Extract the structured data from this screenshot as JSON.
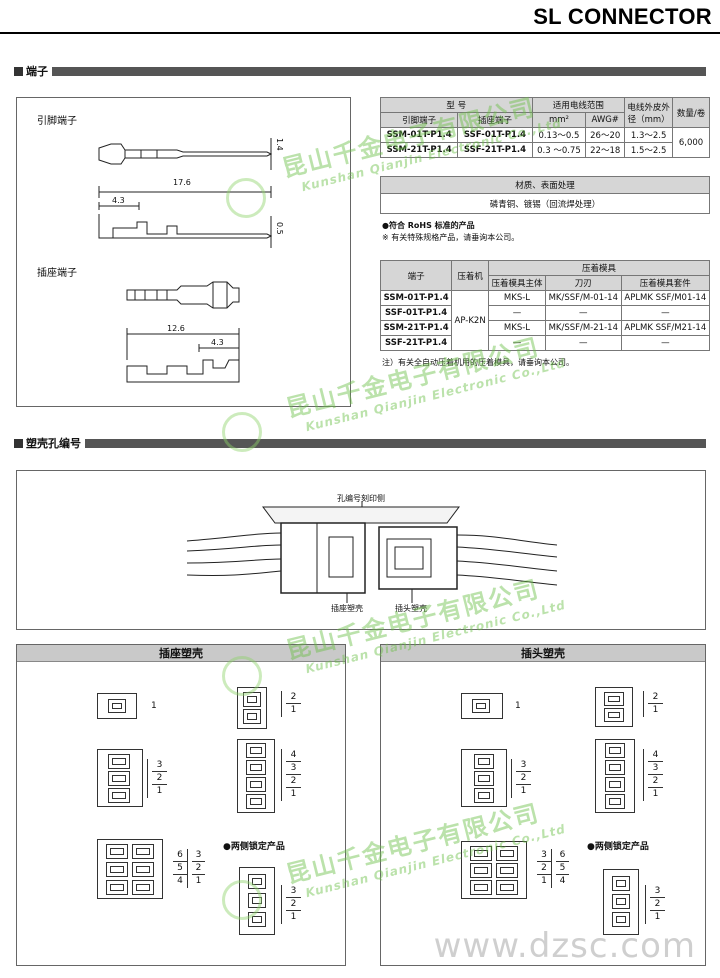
{
  "header": {
    "brand": "SL CONNECTOR"
  },
  "sections": {
    "terminals": "端子",
    "hole_no": "塑壳孔编号"
  },
  "terminal_box": {
    "pin_label": "引脚端子",
    "socket_label": "插座端子",
    "dims": {
      "d17_6": "17.6",
      "d4_3a": "4.3",
      "d1_4": "1.4",
      "d0_5": "0.5",
      "d12_6": "12.6",
      "d4_3b": "4.3"
    }
  },
  "spec_table": {
    "h_model": "型    号",
    "h_wire_range": "适用电线范围",
    "h_outer": "电线外皮外径（mm）",
    "h_qty": "数量/卷",
    "h_pin": "引脚端子",
    "h_socket": "插座端子",
    "h_mm2": "mm²",
    "h_awg": "AWG#",
    "rows": [
      {
        "pin": "SSM-01T-P1.4",
        "socket": "SSF-01T-P1.4",
        "mm2": "0.13～0.5",
        "awg": "26～20",
        "outer": "1.3～2.5"
      },
      {
        "pin": "SSM-21T-P1.4",
        "socket": "SSF-21T-P1.4",
        "mm2": "0.3 ～0.75",
        "awg": "22～18",
        "outer": "1.5～2.5"
      }
    ],
    "qty": "6,000"
  },
  "material": {
    "header": "材质、表面处理",
    "value": "磷青铜、镀锡（回流焊处理）"
  },
  "notes": {
    "rohs": "●符合 RoHS 标准的产品",
    "special": "※ 有关特殊规格产品，请垂询本公司。",
    "auto": "注）有关全自动压着机用的压着模具，请垂询本公司。"
  },
  "crimp_table": {
    "h_terminal": "端子",
    "h_machine": "压着机",
    "h_tool": "压着模具",
    "h_body": "压着模具主体",
    "h_blade": "刀刃",
    "h_kit": "压着模具套件",
    "machine": "AP-K2N",
    "rows": [
      {
        "terminal": "SSM-01T-P1.4",
        "body": "MKS-L",
        "blade": "MK/SSF/M-01-14",
        "kit": "APLMK SSF/M01-14"
      },
      {
        "terminal": "SSF-01T-P1.4",
        "body": "—",
        "blade": "—",
        "kit": "—"
      },
      {
        "terminal": "SSM-21T-P1.4",
        "body": "MKS-L",
        "blade": "MK/SSF/M-21-14",
        "kit": "APLMK SSF/M21-14"
      },
      {
        "terminal": "SSF-21T-P1.4",
        "body": "—",
        "blade": "—",
        "kit": "—"
      }
    ]
  },
  "diagram": {
    "top_label": "孔编号刻印侧",
    "left_label": "插座塑壳",
    "right_label": "插头塑壳"
  },
  "panels": {
    "left_title": "插座塑壳",
    "right_title": "插头塑壳",
    "both_lock": "●两侧锁定产品",
    "left": {
      "p1": [
        "1"
      ],
      "p2": [
        "2",
        "1"
      ],
      "p3": [
        "3",
        "2",
        "1"
      ],
      "p4": [
        "4",
        "3",
        "2",
        "1"
      ],
      "p6a": [
        "6",
        "5",
        "4"
      ],
      "p6b": [
        "3",
        "2",
        "1"
      ],
      "lock3": [
        "3",
        "2",
        "1"
      ]
    },
    "right": {
      "p1": [
        "1"
      ],
      "p2": [
        "2",
        "1"
      ],
      "p3": [
        "3",
        "2",
        "1"
      ],
      "p4": [
        "4",
        "3",
        "2",
        "1"
      ],
      "p6a": [
        "3",
        "2",
        "1"
      ],
      "p6b": [
        "6",
        "5",
        "4"
      ],
      "lock3": [
        "3",
        "2",
        "1"
      ]
    }
  },
  "watermark": {
    "cn": "昆山千金电子有限公司",
    "en": "Kunshan Qianjin Electronic Co.,Ltd"
  },
  "footer": {
    "site": "www.dzsc.com"
  }
}
